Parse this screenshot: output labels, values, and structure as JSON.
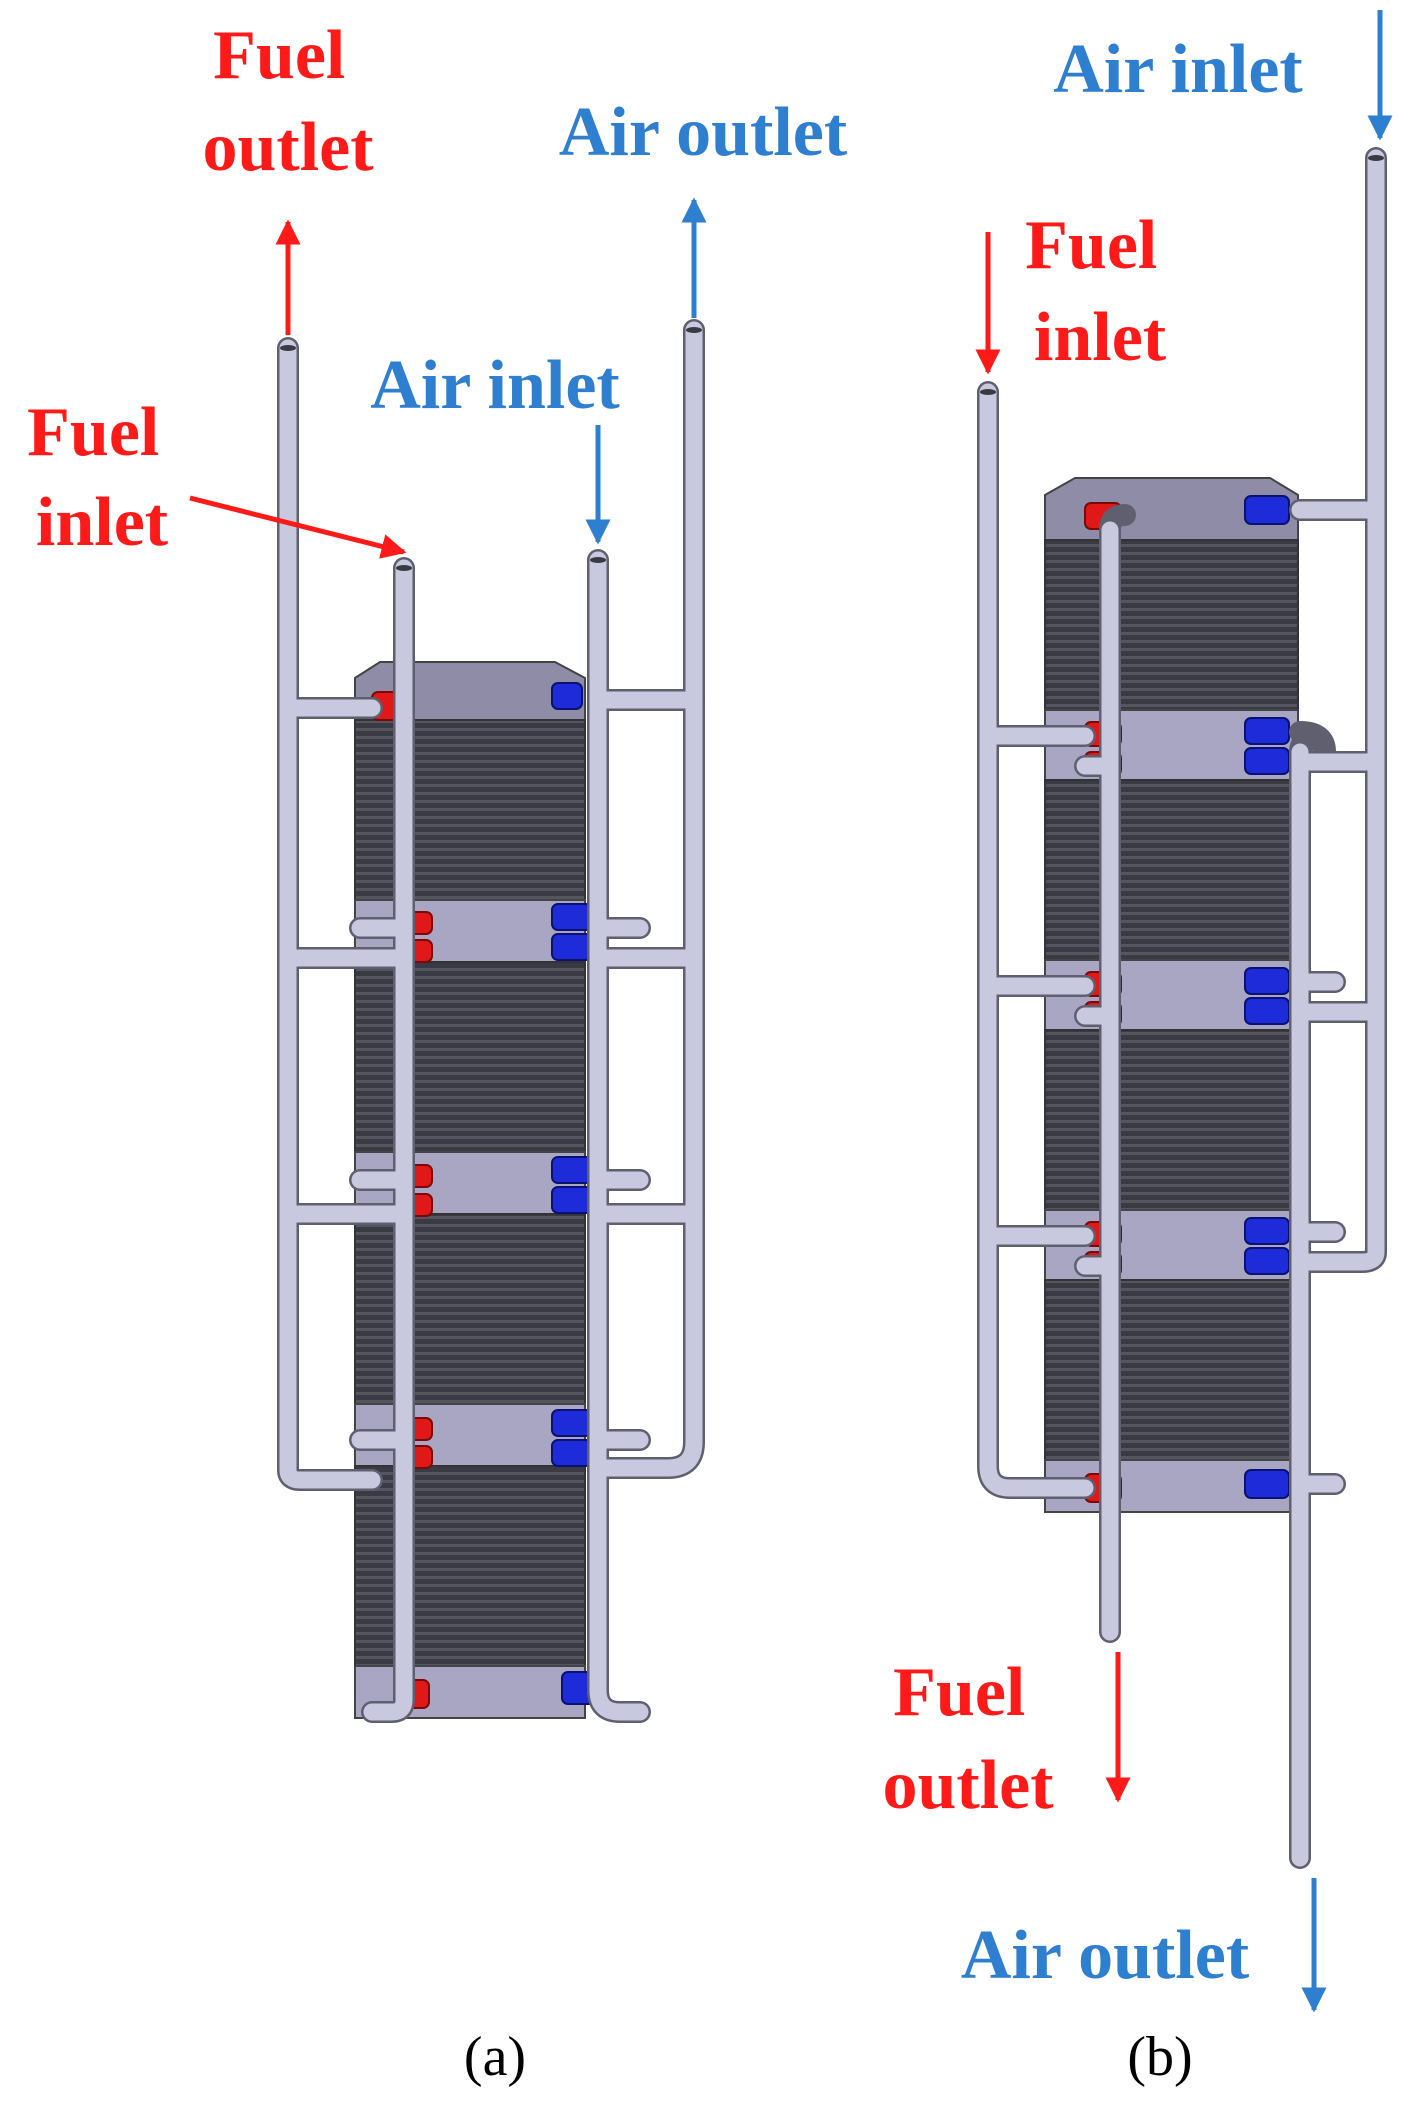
{
  "colors": {
    "fuel": "#ff1a1a",
    "air": "#2f7fd0",
    "pipe": "#c8c8de",
    "pipe_edge": "#5f5f70",
    "stack": "#3c3c46",
    "collar": "#a9a6c4",
    "fuel_port": "#e01818",
    "air_port": "#1d2bd8"
  },
  "panel_a": {
    "caption": "(a)",
    "fuel_outlet": [
      "Fuel",
      "outlet"
    ],
    "air_outlet": "Air outlet",
    "air_inlet": "Air inlet",
    "fuel_inlet": [
      "Fuel",
      "inlet"
    ]
  },
  "panel_b": {
    "caption": "(b)",
    "air_inlet": "Air inlet",
    "fuel_inlet": [
      "Fuel",
      "inlet"
    ],
    "fuel_outlet": [
      "Fuel",
      "outlet"
    ],
    "air_outlet": "Air outlet"
  }
}
